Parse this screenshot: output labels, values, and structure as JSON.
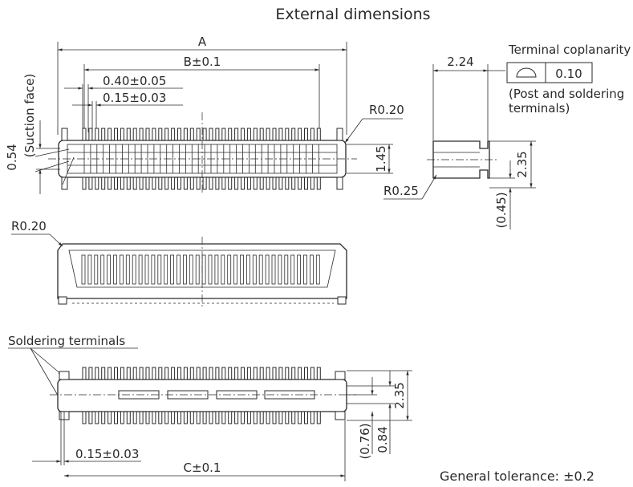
{
  "title": "External dimensions",
  "labels": {
    "A": "A",
    "B": "B±0.1",
    "C": "C±0.1",
    "pitch": "0.40±0.05",
    "pin_width_top": "0.15±0.03",
    "pin_width_bottom": "0.15±0.03",
    "suction_height": "0.54",
    "suction_face": "(Suction face)",
    "r020_top": "R0.20",
    "r020_mid": "R0.20",
    "r025": "R0.25",
    "h145": "1.45",
    "w224": "2.24",
    "h235_side": "2.35",
    "h045": "(0.45)",
    "h235_bottom": "2.35",
    "h084": "0.84",
    "h076": "(0.76)",
    "soldering_terminals": "Soldering terminals",
    "coplanarity_title": "Terminal coplanarity",
    "coplanarity_value": "0.10",
    "coplanarity_note_1": "(Post and soldering",
    "coplanarity_note_2": "terminals)",
    "general_tolerance": "General tolerance: ±0.2"
  }
}
